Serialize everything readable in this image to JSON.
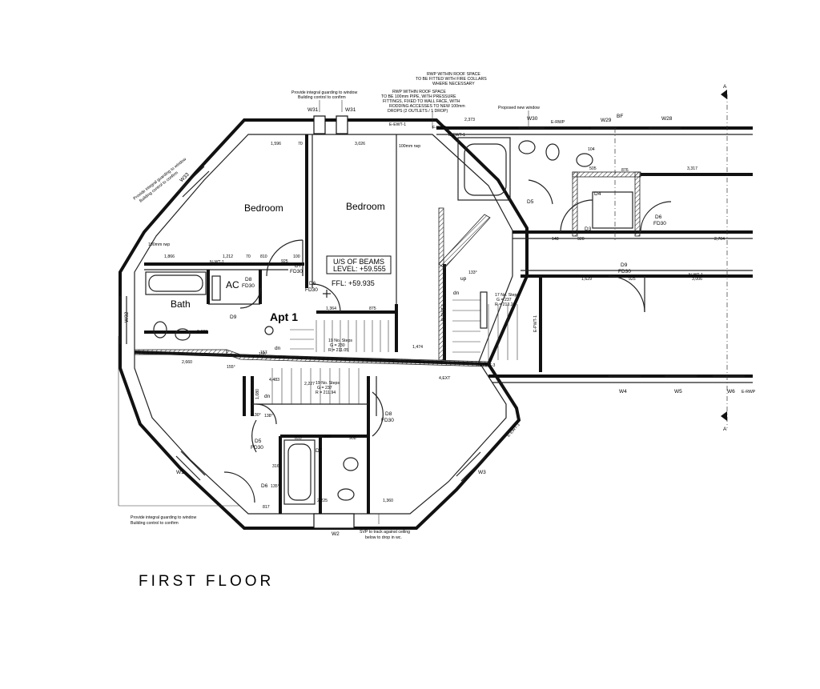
{
  "rooms": {
    "bedroom_left": "Bedroom",
    "bedroom_right": "Bedroom",
    "bath": "Bath",
    "ac": "AC",
    "apt": "Apt 1"
  },
  "title": "FIRST FLOOR",
  "beams": {
    "line1": "U/S OF BEAMS",
    "line2": "LEVEL: +59.555"
  },
  "ffl": "FFL: +59.935",
  "notes": {
    "guard_top_1": "Provide integral guarding to window",
    "guard_top_2": "Building control to confirm",
    "guard_diag_1": "Provide integral guarding to window",
    "guard_diag_2": "Building control to confirm",
    "guard_bottom_1": "Provide integral guarding to window",
    "guard_bottom_2": "Building control to confirm",
    "rwp1_1": "RWP WITHIN ROOF SPACE",
    "rwp1_2": "TO BE FITTED WITH FIRE COLLARS",
    "rwp1_3": "WHERE NECESSARY",
    "rwp2_1": "RWP WITHIN ROOF SPACE",
    "rwp2_2": "TO BE 100mm PIPE, WITH PRESSURE",
    "rwp2_3": "FITTINGS, FIXED TO WALL FACE, WITH",
    "rwp2_4": "RODDING ACCESSES TO NEW 100mm",
    "rwp2_5": "DROPS (2 OUTLETS / 1 DROP)",
    "proposed_window": "Proposed new window",
    "svp_1": "SVP to track against ceiling",
    "svp_2": "below to drop in wc.",
    "rwp100a": "100mm rwp",
    "rwp100b": "100mm rwp"
  },
  "stairs": {
    "s1_1": "19 No. Steps",
    "s1_2": "G = 230",
    "s1_3": "R = 211.05",
    "s2_1": "19 No. Steps",
    "s2_2": "G = 237",
    "s2_3": "R = 211.94",
    "s3_1": "17 No. Steps",
    "s3_2": "G = 237",
    "s3_3": "R = 213.24",
    "dn1": "dn",
    "dn2": "dn",
    "dn3": "dn",
    "up": "up"
  },
  "windows": {
    "w31a": "W31",
    "w31b": "W31",
    "w30": "W30",
    "w29": "W29",
    "w28": "W28",
    "w33": "W33",
    "w32": "W32",
    "w1": "W1",
    "w2": "W2",
    "w3": "W3",
    "w4": "W4",
    "w5": "W5",
    "w6": "W6",
    "bf": "BF"
  },
  "walls": {
    "ewt1_top": "E-EWT-1",
    "ewt1_right": "E-EWT-1",
    "ewt1_lower": "E-EWT-1",
    "frwp": "F-RWP",
    "erwp_top": "E-RWP",
    "erwp_right": "E-RWP",
    "nwt1_left": "N-WT-1",
    "nwt1_right": "N-WT-1",
    "npwt3": "N-PWT-3",
    "npwt1": "N-PWT-1",
    "epwt1": "E-PWT-1",
    "sect_a_top": "A",
    "sect_a_bottom": "A"
  },
  "doors": {
    "d7": "D7",
    "d7fd": "FD30",
    "d6": "D6",
    "d6fd": "FD30",
    "d8ac": "D8",
    "d8acfd": "FD30",
    "d9": "D9",
    "d5": "D5",
    "d5fd": "FD30",
    "d6b": "D6",
    "d7b": "D7",
    "d8b": "D8",
    "d8bfd": "FD30",
    "d5top": "D5",
    "d4": "D4",
    "d3": "D3",
    "d6top": "D6",
    "d6topfd": "FD30",
    "d9r": "D9",
    "d9rfd": "FD30"
  },
  "dims": {
    "d1596": "1,596",
    "d70a": "70",
    "d3026": "3,026",
    "d2373": "2,373",
    "d1866": "1,866",
    "d1212": "1,212",
    "d810": "810",
    "d70b": "70",
    "d925a": "925",
    "d100": "100",
    "d1364": "1,364",
    "d875": "875",
    "d2626": "2,626",
    "d2660": "2,660",
    "d1474": "1,474",
    "d157": "157",
    "d4483": "4,483",
    "d2227": "2,227",
    "d4ext": "4,EXT",
    "d833": "833",
    "d920": "920",
    "d908": "908",
    "d316": "316",
    "d2225": "2,225",
    "d1360": "1,360",
    "d817": "817",
    "d505": "505",
    "d876": "876",
    "d3317": "3,317",
    "d104": "104",
    "d2704": "2,704",
    "d1629": "1,629",
    "d925b": "925",
    "d3006": "3,006",
    "d920b": "920",
    "d148": "148",
    "d1080": "1,080",
    "ang138": "138°",
    "ang130": "130°",
    "ang135": "135°",
    "ang155a": "155°",
    "ang155b": "155°",
    "ang133": "133°"
  }
}
